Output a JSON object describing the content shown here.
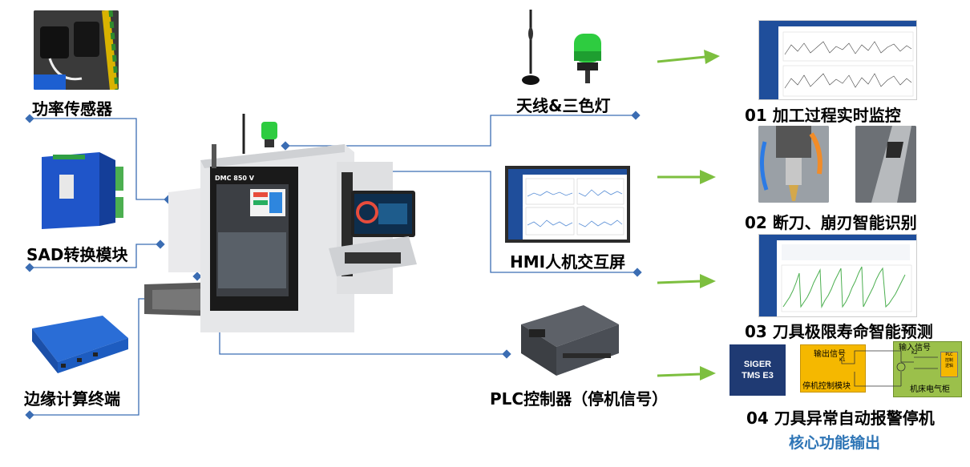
{
  "devices": {
    "power_sensor": "功率传感器",
    "sad_module": "SAD转换模块",
    "edge_terminal": "边缘计算终端",
    "antenna_light": "天线&三色灯",
    "hmi_screen": "HMI人机交互屏",
    "plc": "PLC控制器（停机信号）"
  },
  "machine": {
    "model": "DMC 850 V"
  },
  "functions": [
    {
      "label": "01 加工过程实时监控"
    },
    {
      "label": "02 断刀、崩刃智能识别"
    },
    {
      "label": "03 刀具极限寿命智能预测"
    },
    {
      "label": "04 刀具异常自动报警停机"
    }
  ],
  "alarm_diagram": {
    "brand_line1": "SIGER",
    "brand_line2": "TMS E3",
    "output_signal": "输出信号",
    "stop_module": "停机控制模块",
    "input_signal": "输入信号",
    "cabinet": "机床电气柜",
    "plc_logic": "PLC\n控制\n逻辑",
    "k1": "K1",
    "k2": "K2"
  },
  "footer": {
    "title": "核心功能输出"
  },
  "colors": {
    "line_blue": "#3b6db3",
    "arrow_green": "#7dbf3f",
    "footer_blue": "#2e75b6",
    "siger_navy": "#1f3a73",
    "stop_yellow": "#f5b800",
    "cabinet_green": "#9bc04b"
  }
}
